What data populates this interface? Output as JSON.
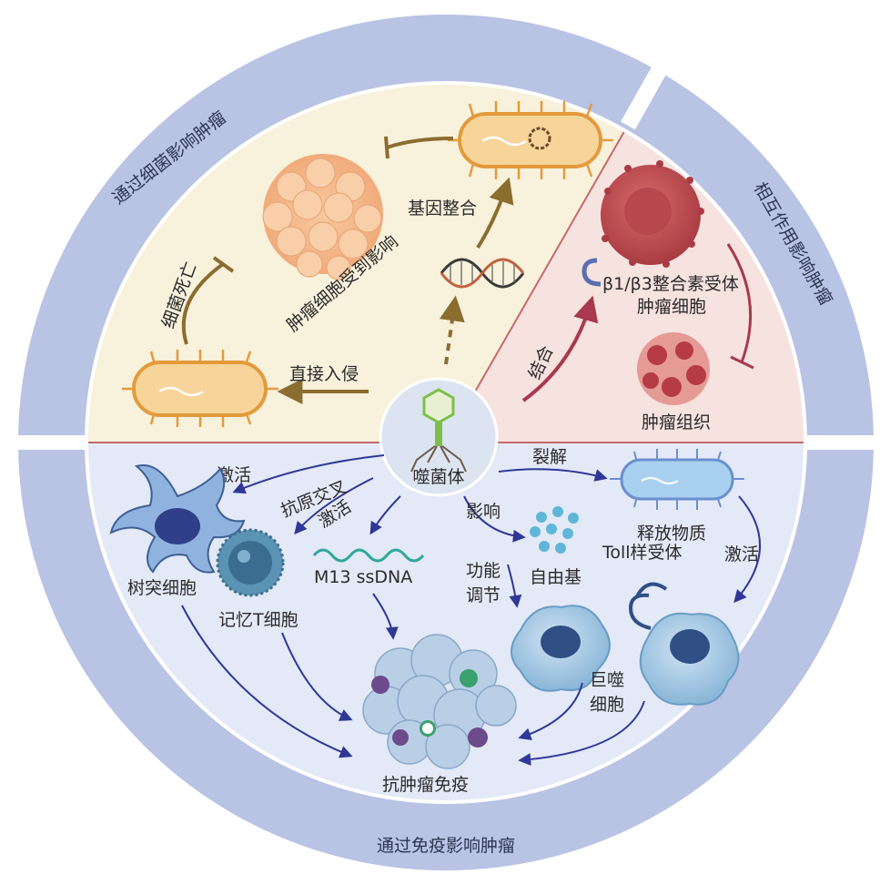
{
  "colors": {
    "ring": "#b9c3e4",
    "ring_gap": "#ffffff",
    "bacteria_sector": "#f8f1db",
    "interaction_sector": "#f6e2df",
    "immune_sector": "#e3e9f7",
    "divider": "#c46a6a",
    "arrow_brown": "#8a6d2f",
    "arrow_red": "#a8394e",
    "arrow_blue": "#2f3797"
  },
  "ring_labels": {
    "bacteria": "通过细菌影响肿瘤",
    "interaction": "相互作用影响肿瘤",
    "immune": "通过免疫影响肿瘤"
  },
  "center": {
    "label": "噬菌体"
  },
  "bacteria_sector": {
    "gene_integration": "基因整合",
    "bacteria_death": "细菌死亡",
    "tumor_cells_affected": "肿瘤细胞受到影响",
    "direct_invasion": "直接入侵"
  },
  "interaction_sector": {
    "receptor_line1": "β1/β3整合素受体",
    "receptor_line2": "肿瘤细胞",
    "binding": "结合",
    "tumor_tissue": "肿瘤组织"
  },
  "immune_sector": {
    "activate_dc": "激活",
    "antigen_cross": "抗原交叉",
    "activate_t": "激活",
    "lysis": "裂解",
    "influence": "影响",
    "dendritic_cell": "树突细胞",
    "memory_t_cell": "记忆T细胞",
    "m13": "M13 ssDNA",
    "free_radical": "自由基",
    "function_line1": "功能",
    "function_line2": "调节",
    "release_substance": "释放物质",
    "toll_receptor": "Toll样受体",
    "activate_mac": "激活",
    "macrophage_line1": "巨噬",
    "macrophage_line2": "细胞",
    "antitumor_immunity": "抗肿瘤免疫"
  }
}
